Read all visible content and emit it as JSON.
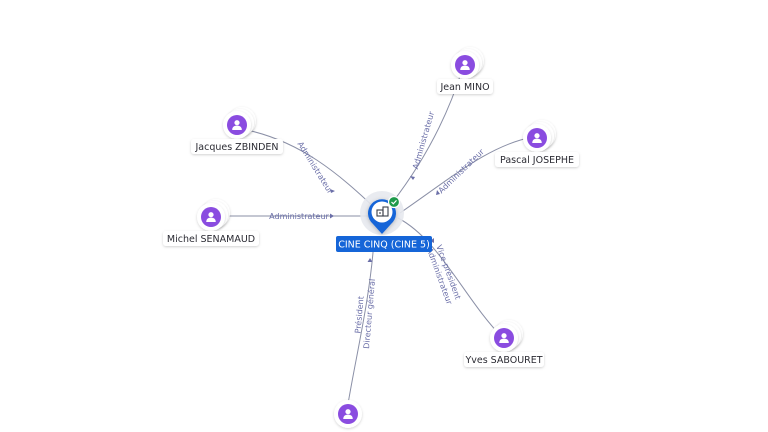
{
  "company": {
    "name": "CINE CINQ (CINE 5)",
    "icon": "building-icon",
    "badge_icon": "check-icon",
    "color": "#1565d8",
    "badge_color": "#1e9a4a"
  },
  "person_icon": "person-icon",
  "person_color": "#8a4ce0",
  "edge_color": "#8a8fa6",
  "edge_label_color": "#6b6fa8",
  "persons": [
    {
      "id": "jean-mino",
      "name": "Jean MINO",
      "roles": [
        "Administrateur"
      ]
    },
    {
      "id": "jacques-zbinden",
      "name": "Jacques ZBINDEN",
      "roles": [
        "Administrateur"
      ]
    },
    {
      "id": "pascal-josephe",
      "name": "Pascal JOSEPHE",
      "roles": [
        "Administrateur"
      ]
    },
    {
      "id": "michel-senamaud",
      "name": "Michel SENAMAUD",
      "roles": [
        "Administrateur"
      ]
    },
    {
      "id": "yves-sabouret",
      "name": "Yves SABOURET",
      "roles": [
        "Vice-président",
        "Administrateur"
      ]
    },
    {
      "id": "bottom-person",
      "name": "",
      "roles": [
        "Président",
        "Directeur général"
      ]
    }
  ]
}
